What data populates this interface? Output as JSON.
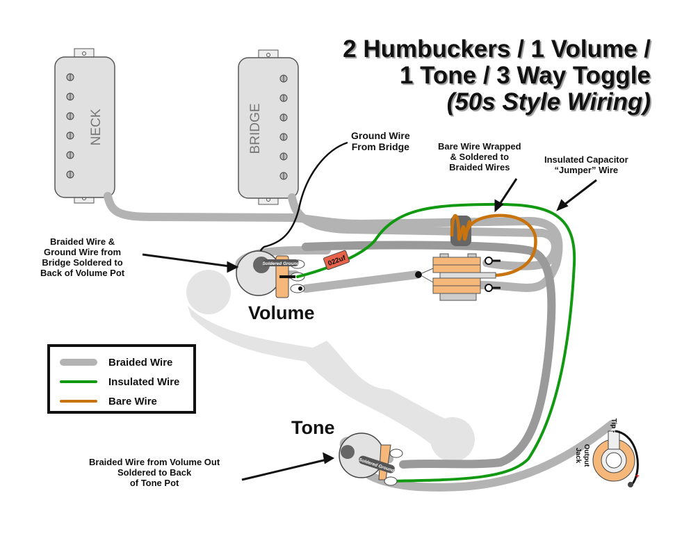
{
  "title": {
    "line1": "2 Humbuckers / 1 Volume /",
    "line2": "1 Tone / 3 Way Toggle",
    "line3": "(50s Style Wiring)"
  },
  "pickups": {
    "neck": "NECK",
    "bridge": "BRIDGE",
    "pole_pieces_per_pickup": 6
  },
  "components": {
    "volume": "Volume",
    "tone": "Tone",
    "capacitor": "022uf",
    "solder_label": "Soldered Ground",
    "jack_label_line1": "Output",
    "jack_label_line2": "Jack",
    "jack_tip": "Tip -",
    "jack_plus": "+"
  },
  "annotations": {
    "ground_wire": [
      "Ground Wire",
      "From Bridge"
    ],
    "bare_wire": [
      "Bare Wire Wrapped",
      "& Soldered to",
      "Braided Wires"
    ],
    "jumper_wire": [
      "Insulated Capacitor",
      "“Jumper” Wire"
    ],
    "volume_pot": [
      "Braided Wire &",
      "Ground Wire from",
      "Bridge Soldered to",
      "Back of Volume Pot"
    ],
    "tone_pot": [
      "Braided Wire from Volume Out",
      "Soldered to Back",
      "of Tone Pot"
    ]
  },
  "legend": [
    {
      "label": "Braided Wire",
      "color": "#b3b3b3"
    },
    {
      "label": "Insulated Wire",
      "color": "#119911"
    },
    {
      "label": "Bare Wire",
      "color": "#c8730e"
    }
  ],
  "colors": {
    "braided": "#b3b3b3",
    "braided_dark": "#9a9a9a",
    "insulated": "#119911",
    "bare": "#c8730e",
    "pot_lug": "#f5b77a",
    "capacitor": "#e8634a",
    "f_hole": "#e4e4e4",
    "pickup": "#e0e0e0"
  }
}
